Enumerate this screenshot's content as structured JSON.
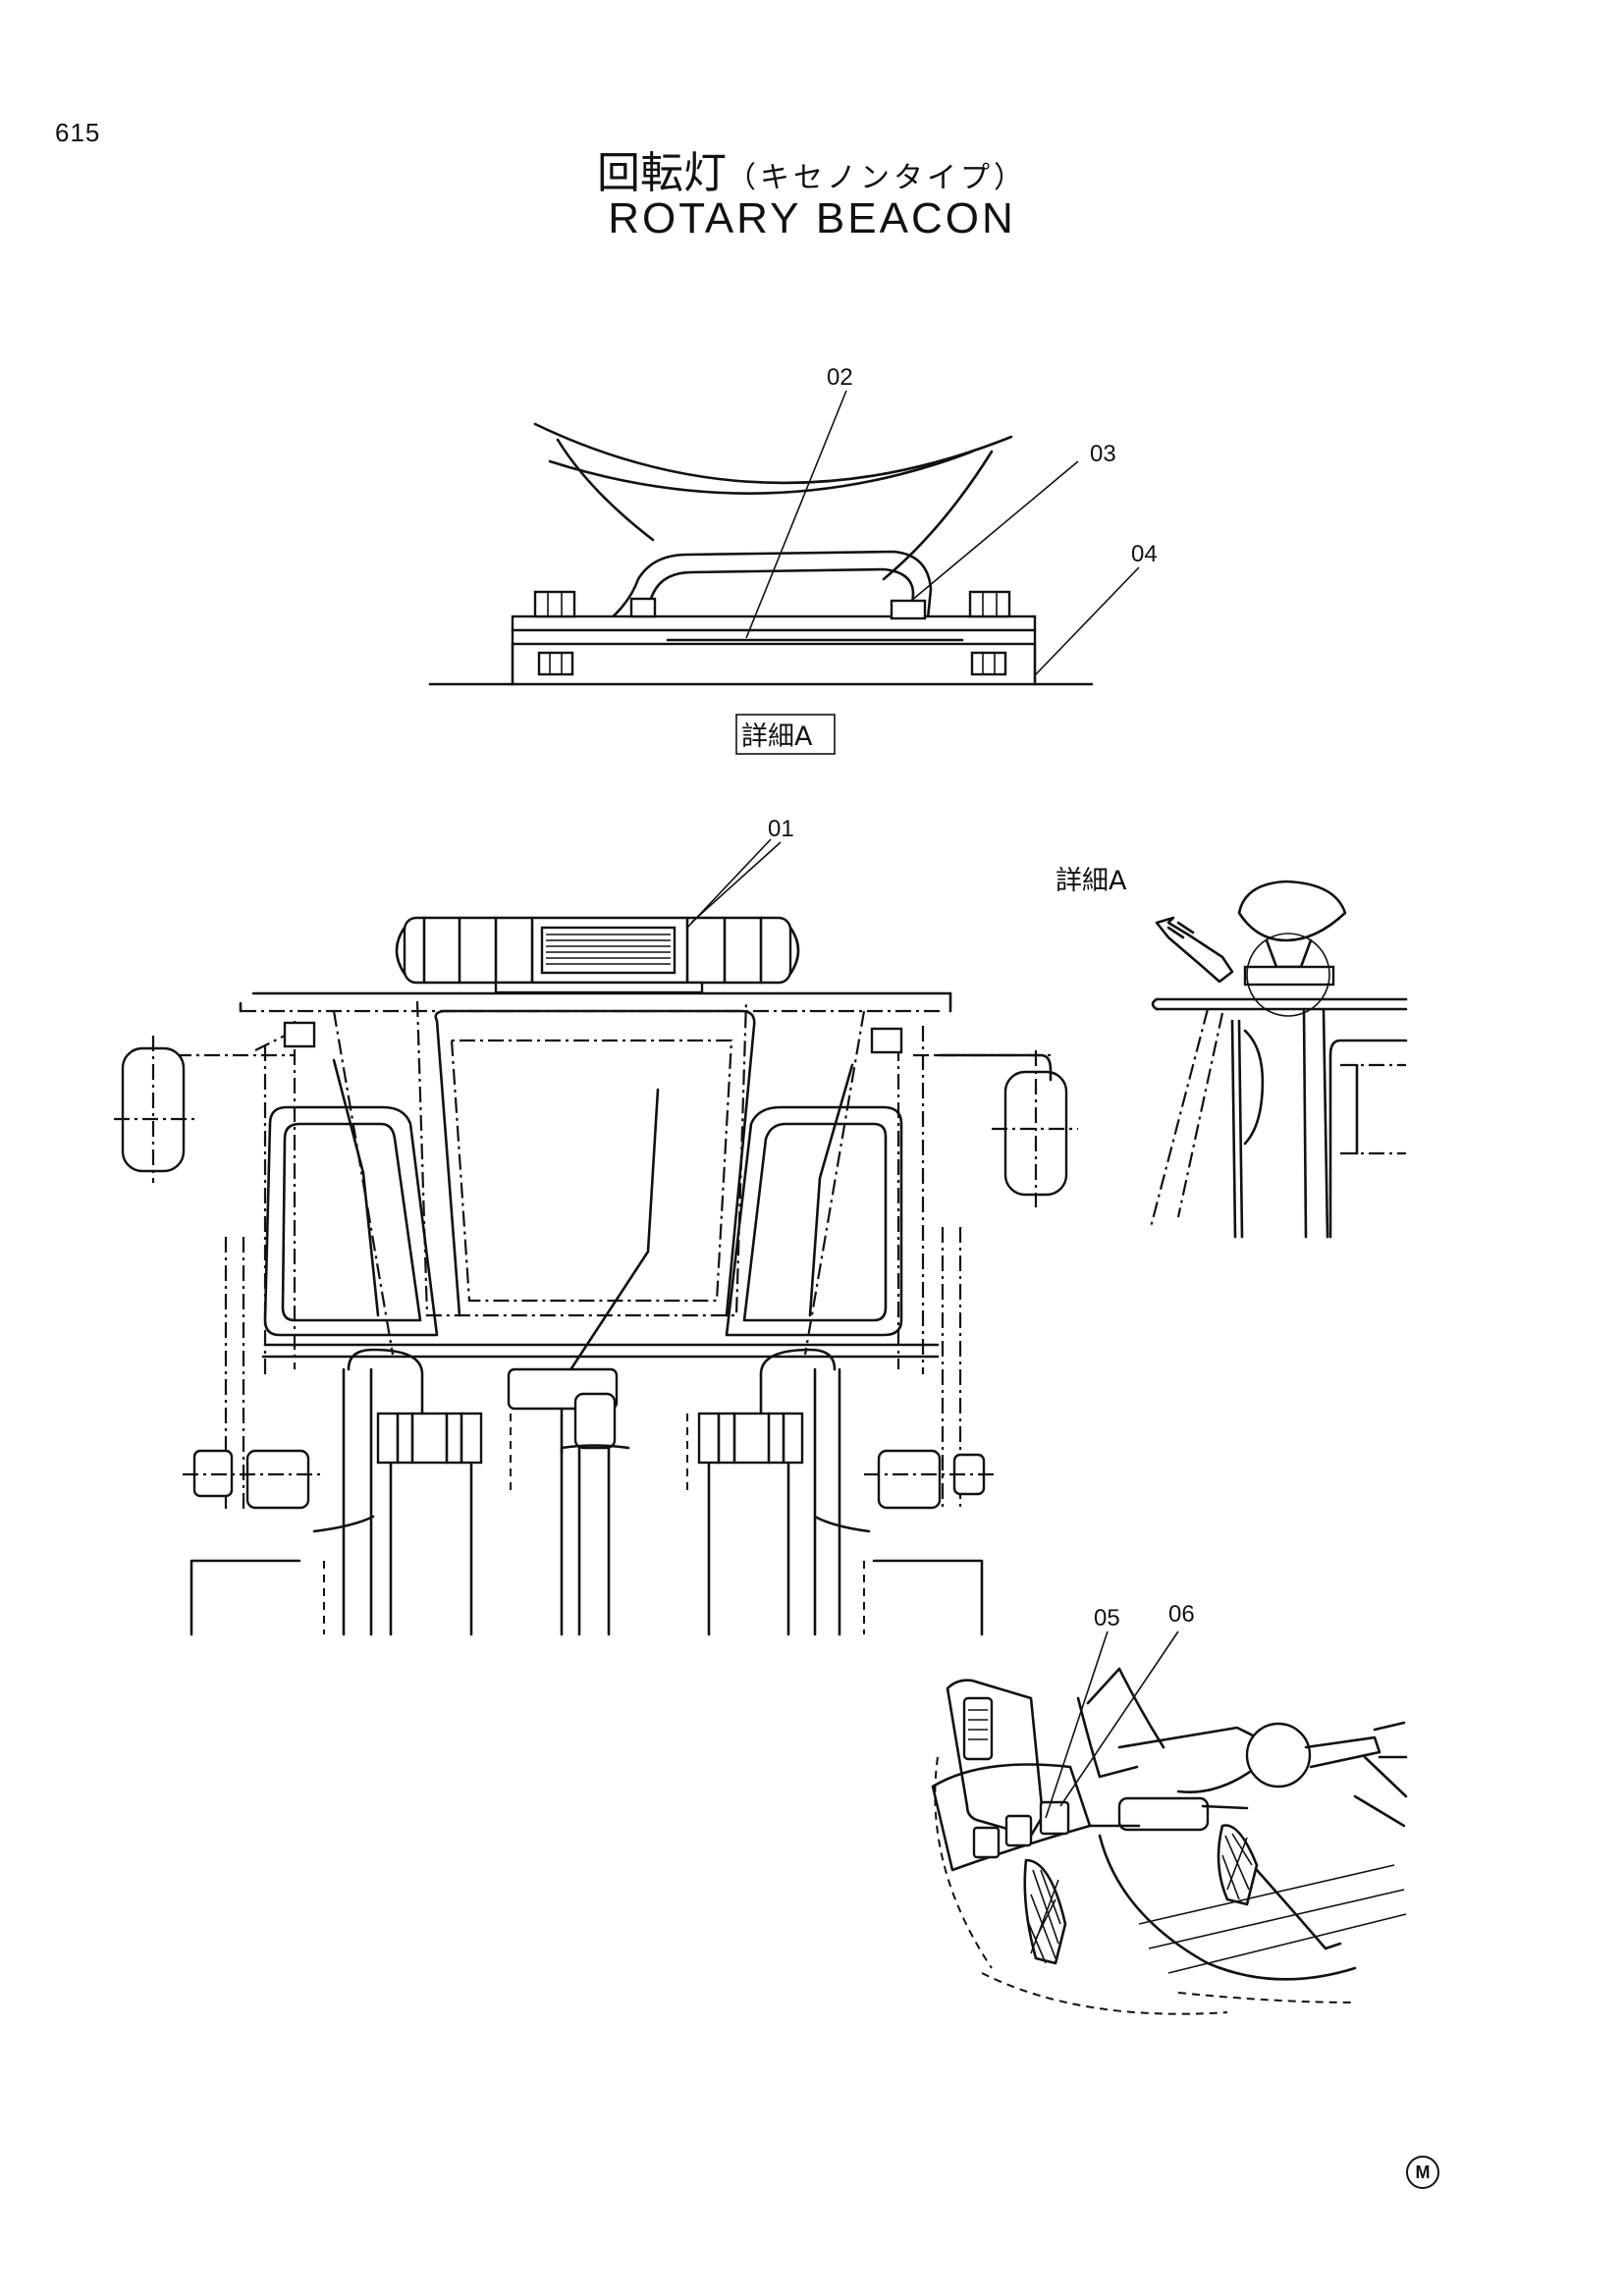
{
  "page": {
    "number": "615"
  },
  "title": {
    "japanese": "回転灯",
    "japanese_sub": "（キセノンタイプ）",
    "english": "ROTARY BEACON"
  },
  "detail": {
    "label": "詳細A",
    "reference": "詳細A"
  },
  "callouts": {
    "c01": "01",
    "c02": "02",
    "c03": "03",
    "c04": "04",
    "c05": "05",
    "c06": "06"
  },
  "marker": "M"
}
